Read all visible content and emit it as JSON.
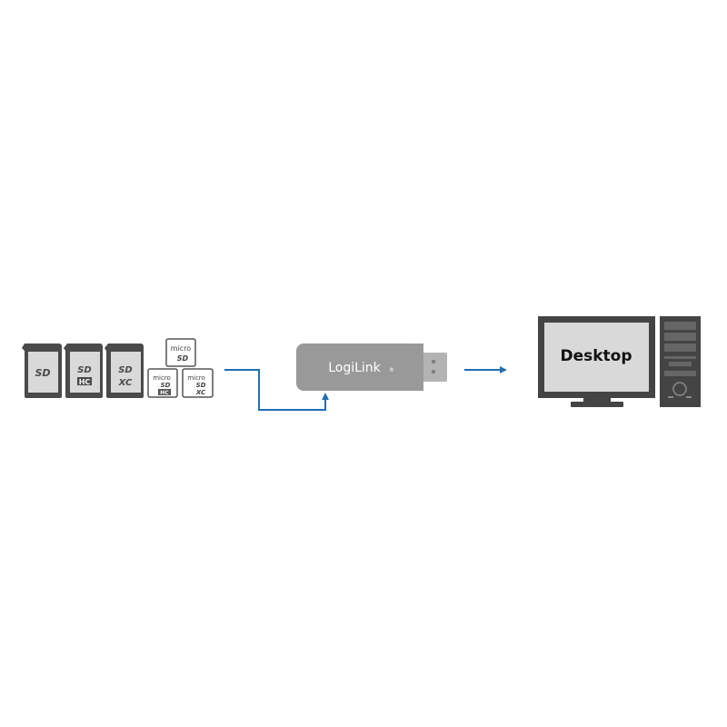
{
  "cards": {
    "sd": {
      "line1": "SD",
      "line2": ""
    },
    "sdhc": {
      "line1": "SD",
      "line2": "HC"
    },
    "sdxc": {
      "line1": "SD",
      "line2": "XC"
    },
    "micro_sd": {
      "top": "micro",
      "bottom": "SD"
    },
    "micro_sdhc": {
      "top": "micro",
      "bottom": "SD",
      "badge": "HC"
    },
    "micro_sdxc": {
      "top": "micro",
      "bottom": "SD",
      "badge": "XC"
    }
  },
  "reader": {
    "brand": "LogiLink",
    "registered": "®"
  },
  "desktop": {
    "label": "Desktop"
  },
  "colors": {
    "card": "#4a4a4a",
    "card_label": "#d9d9d9",
    "reader_body": "#999999",
    "usb_plug": "#b3b3b3",
    "arrow": "#1f6fb3",
    "monitor": "#444444",
    "screen": "#d9d9d9"
  },
  "icons": {
    "flow_connector": "elbow-arrow-icon",
    "output_arrow": "right-arrow-icon"
  }
}
